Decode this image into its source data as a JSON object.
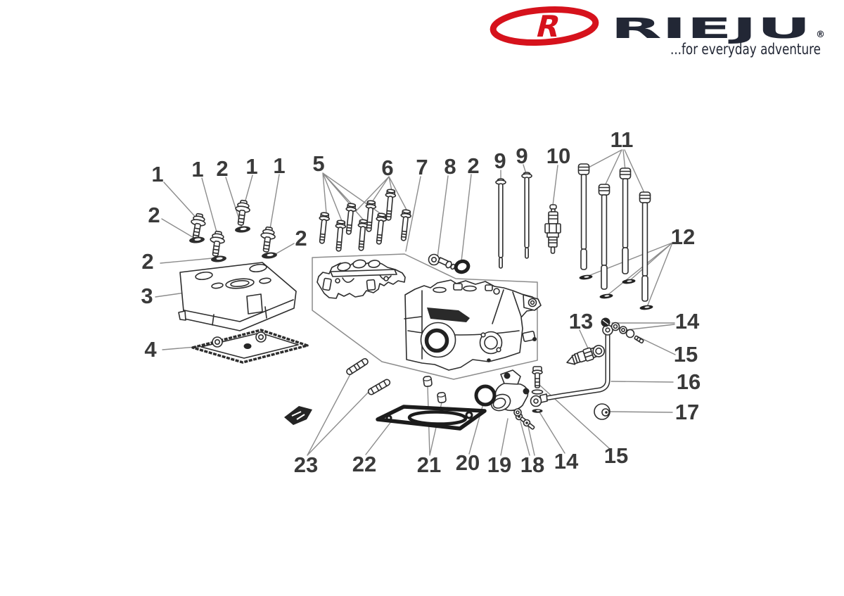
{
  "brand": {
    "name": "RIEJU",
    "emblem_letter": "R",
    "registered": "®",
    "tagline": "...for everyday adventure",
    "colors": {
      "red": "#d6121c",
      "navy": "#222735"
    }
  },
  "diagram": {
    "background": "#ffffff",
    "line_color": "#2d2d2d",
    "leader_color": "#8c8c8c",
    "label_color": "#3a3a3a",
    "callouts": [
      "1",
      "1",
      "2",
      "1",
      "1",
      "2",
      "2",
      "3",
      "4",
      "2",
      "5",
      "6",
      "7",
      "8",
      "2",
      "9",
      "9",
      "10",
      "11",
      "12",
      "13",
      "14",
      "15",
      "16",
      "17",
      "23",
      "22",
      "21",
      "20",
      "19",
      "18",
      "14",
      "15"
    ]
  }
}
